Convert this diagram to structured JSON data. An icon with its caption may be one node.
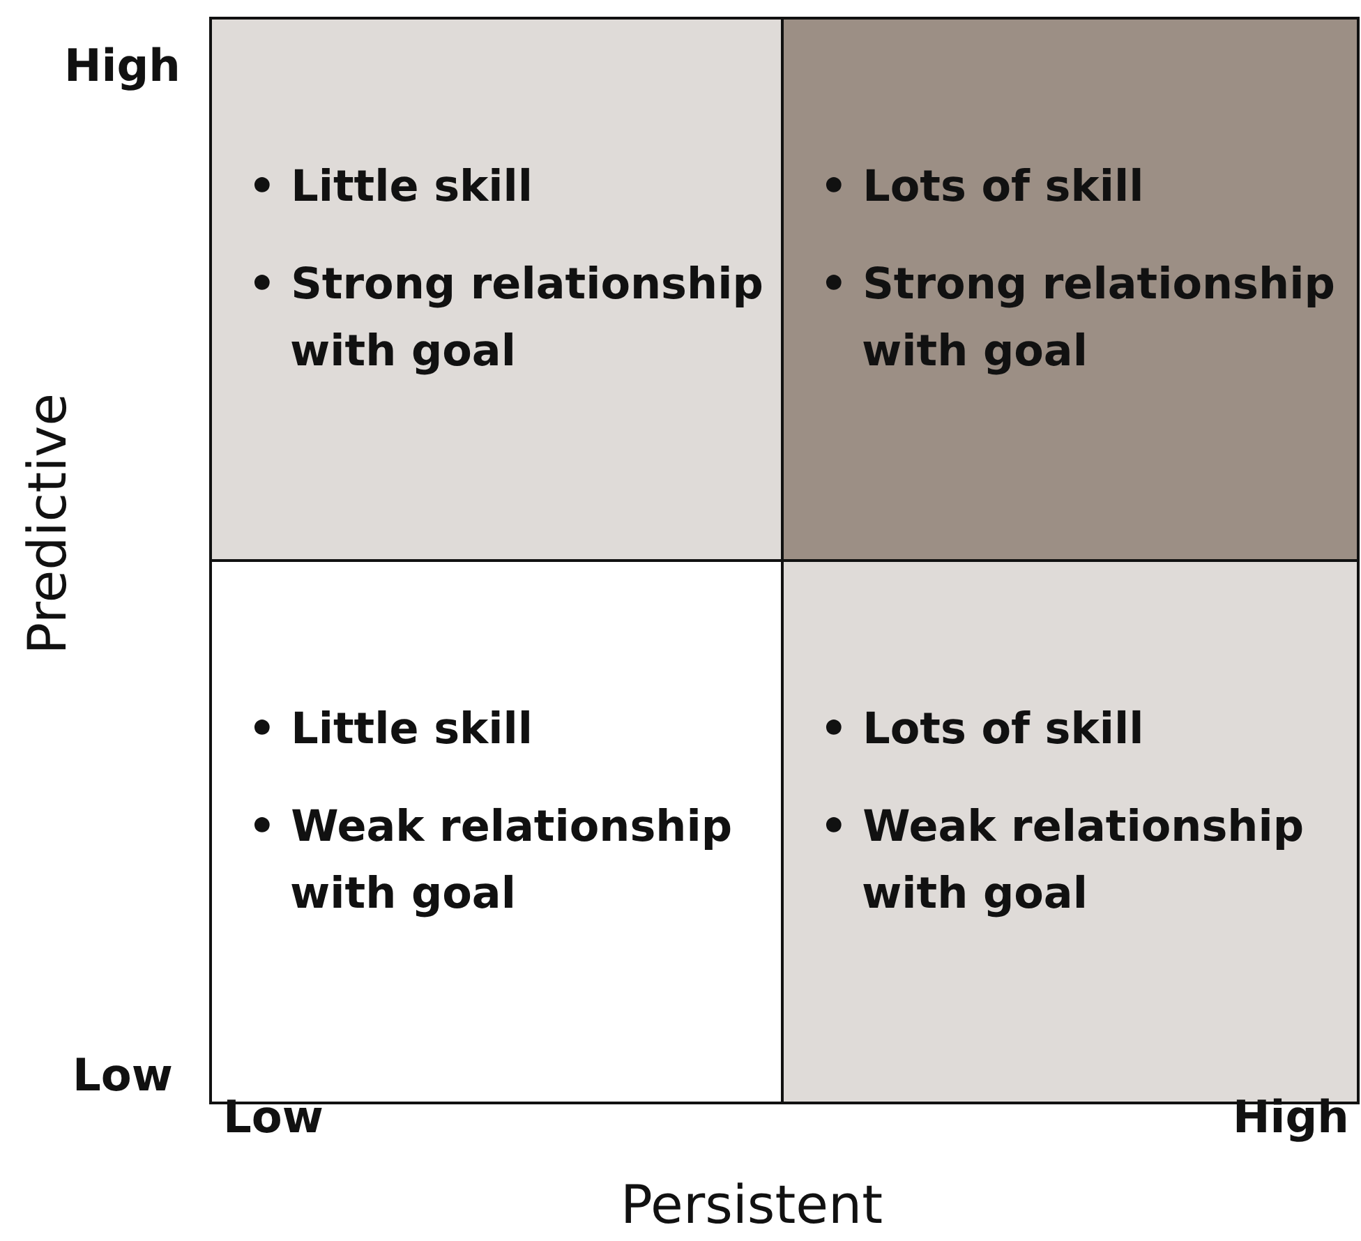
{
  "diagram": {
    "nodes": [
      {
        "text": [
          "• Little skill",
          "• Strong relationship with goal"
        ]
      },
      {
        "text": [
          "• Lots of skill",
          "• Strong relationship with goal"
        ]
      },
      {
        "text": [
          "• Little skill",
          "• Weak relationship with goal"
        ]
      },
      {
        "text": [
          "• Lots of skill",
          "• Weak relationship with goal"
        ]
      }
    ],
    "labels": [
      "High",
      "Predictive",
      "Low",
      "Low",
      "High",
      "Persistent"
    ]
  }
}
